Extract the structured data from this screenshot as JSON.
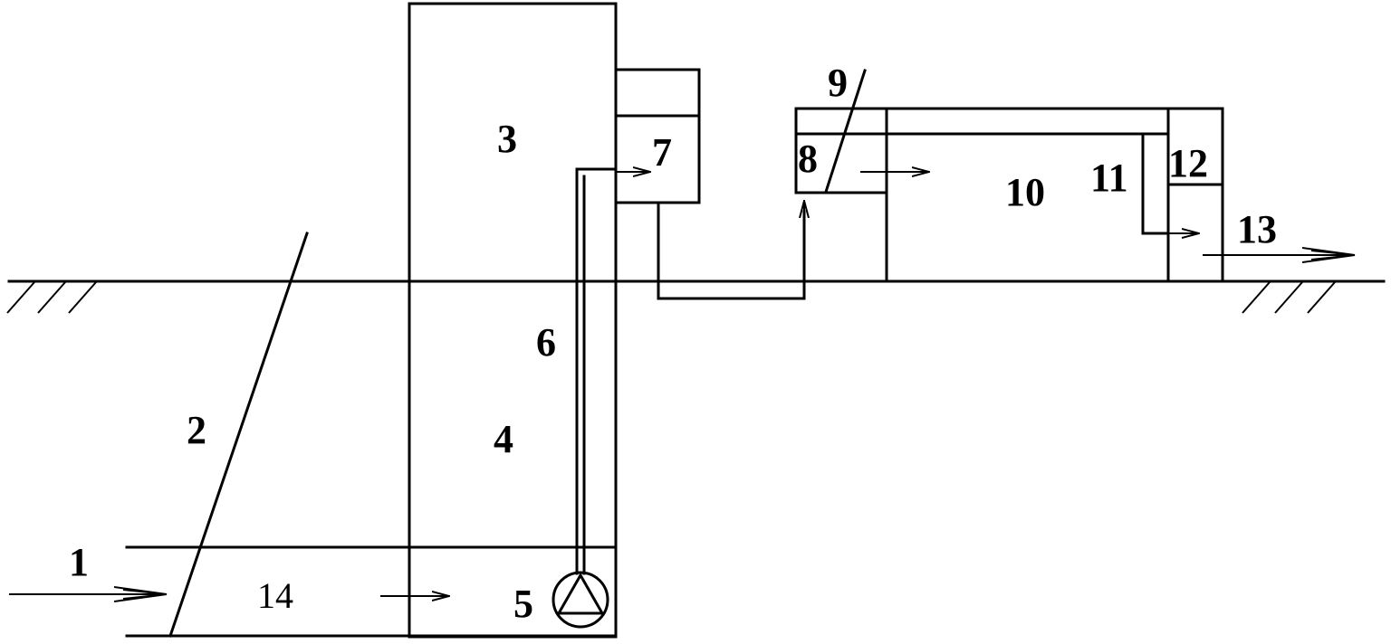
{
  "labels": {
    "l1": "1",
    "l2": "2",
    "l3": "3",
    "l4": "4",
    "l5": "5",
    "l6": "6",
    "l7": "7",
    "l8": "8",
    "l9": "9",
    "l10": "10",
    "l11": "11",
    "l12": "12",
    "l13": "13",
    "l14": "14"
  },
  "colors": {
    "line": "#000000",
    "background": "#ffffff"
  }
}
